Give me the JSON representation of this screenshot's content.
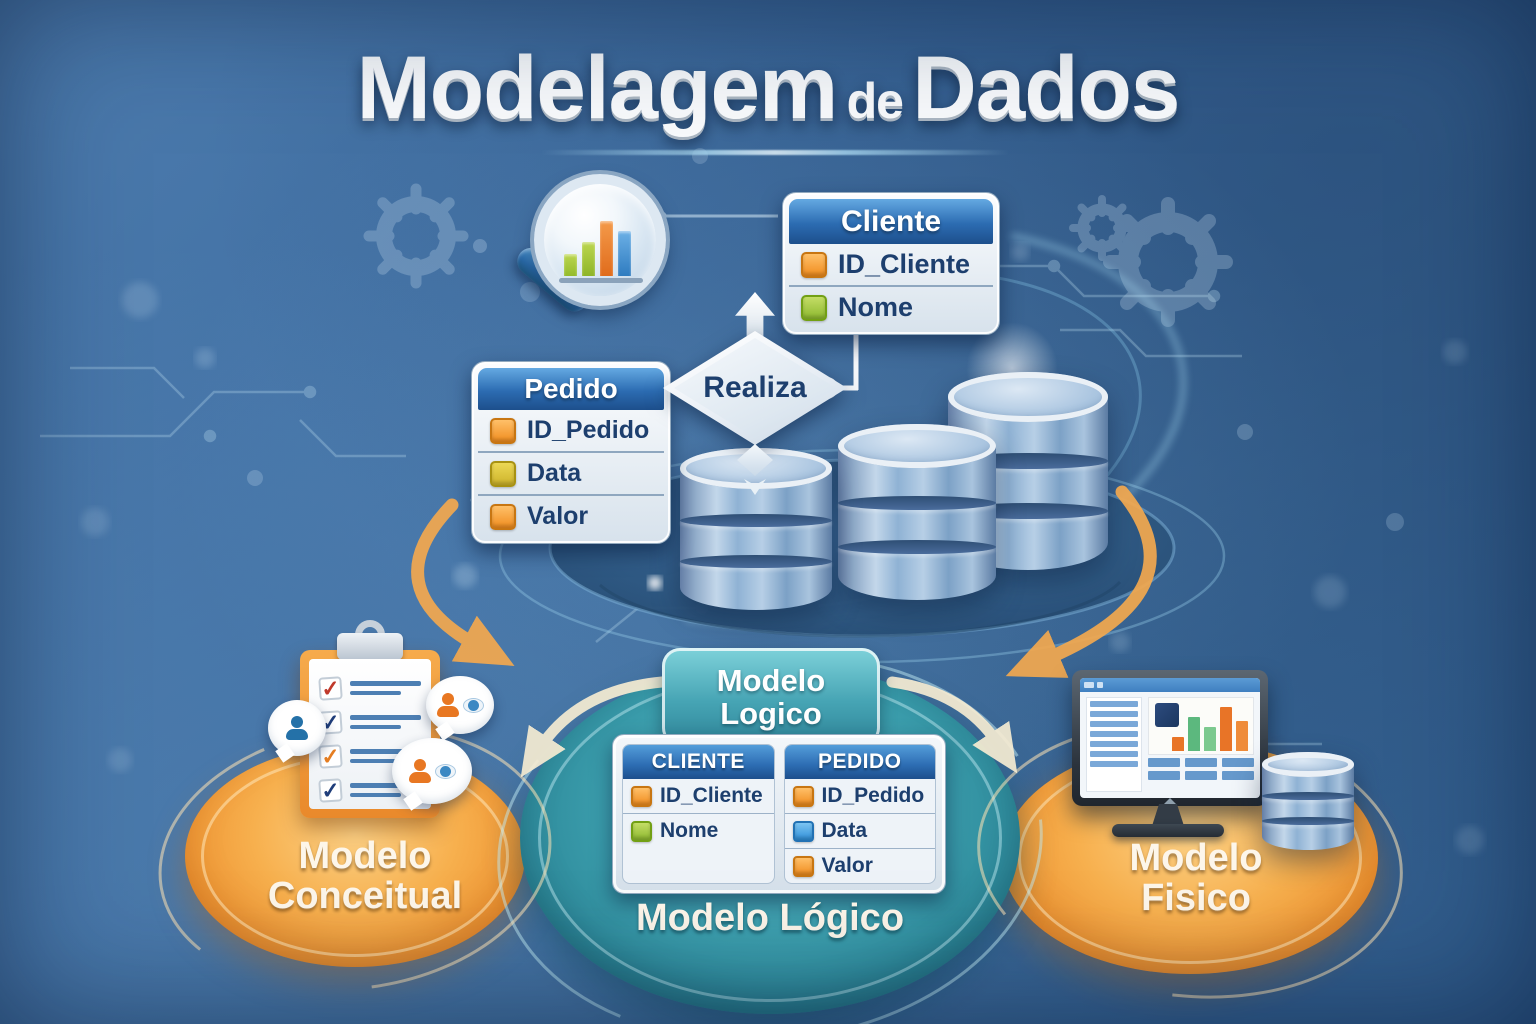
{
  "title": {
    "word1": "Modelagem",
    "word2": "de",
    "word3": "Dados"
  },
  "er": {
    "cliente": {
      "title": "Cliente",
      "rows": [
        {
          "name": "ID_Cliente"
        },
        {
          "name": "Nome"
        }
      ]
    },
    "pedido": {
      "title": "Pedido",
      "rows": [
        {
          "name": "ID_Pedido"
        },
        {
          "name": "Data"
        },
        {
          "name": "Valor"
        }
      ]
    },
    "relationship_label": "Realiza"
  },
  "logico_box": {
    "line1": "Modelo",
    "line2": "Logico"
  },
  "logico_tables": {
    "cliente": {
      "title": "CLIENTE",
      "rows": [
        {
          "name": "ID_Cliente"
        },
        {
          "name": "Nome"
        }
      ]
    },
    "pedido": {
      "title": "PEDIDO",
      "rows": [
        {
          "name": "ID_Pedido"
        },
        {
          "name": "Data"
        },
        {
          "name": "Valor"
        }
      ]
    }
  },
  "captions": {
    "conceitual_line1": "Modelo",
    "conceitual_line2": "Conceitual",
    "logico": "Modelo Lógico",
    "fisico_line1": "Modelo",
    "fisico_line2": "Fisico"
  },
  "colors": {
    "background": "#3c6a9e",
    "accent_orange": "#f3a94f",
    "teal": "#3a9cab",
    "table_header_blue": "#2c6cb2",
    "text_navy": "#1d3f6e",
    "key_orange": "#f59d2f",
    "key_green": "#9cc633",
    "key_yellow": "#ddc32f",
    "key_blue": "#4da6e8"
  }
}
